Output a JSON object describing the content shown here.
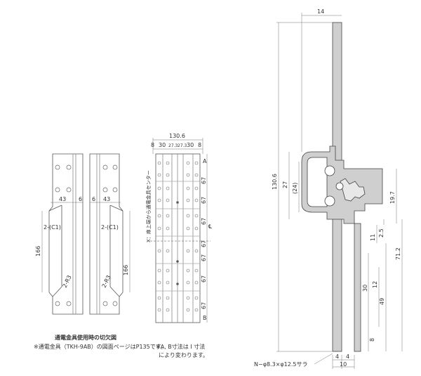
{
  "left_view": {
    "dim_43_left": "43",
    "dim_6_left": "6",
    "dim_43_right": "43",
    "dim_6_right": "6",
    "chamfer_left": "2-(C1)",
    "chamfer_right": "2-(C1)",
    "dim_166_left": "166",
    "dim_166_right": "166",
    "radius_left": "2-R3",
    "radius_right": "2-R3",
    "title": "通電金具使用時の切欠図",
    "note": "※通電金具（TKH-9AB）の図面ページはP135です。"
  },
  "mid_view": {
    "overall_width": "130.6",
    "top_dims": [
      "8",
      "30",
      "27.3",
      "27.3",
      "30",
      "8"
    ],
    "label_a": "A",
    "label_b": "B",
    "pitch": [
      "67",
      "67",
      "67",
      "67",
      "67",
      "67"
    ],
    "center_dim": "67",
    "centerline_mark": "℄",
    "side_label": "X：扉上端から通電金具センター",
    "note_line1": "※A, B寸法は I 寸法",
    "note_line2": "により変わります。"
  },
  "right_view": {
    "dim_14": "14",
    "dim_130_6": "130.6",
    "dim_27": "27",
    "dim_24": "(24)",
    "dim_19_7": "19.7",
    "dim_11": "11",
    "dim_2_5": "2.5",
    "dim_71_2": "71.2",
    "dim_49": "49",
    "dim_30": "30",
    "dim_12": "12",
    "dim_8": "8",
    "dim_4a": "4",
    "dim_4b": "4",
    "dim_10": "10",
    "hole_note": "N−φ8.3×φ12.5サラ"
  }
}
